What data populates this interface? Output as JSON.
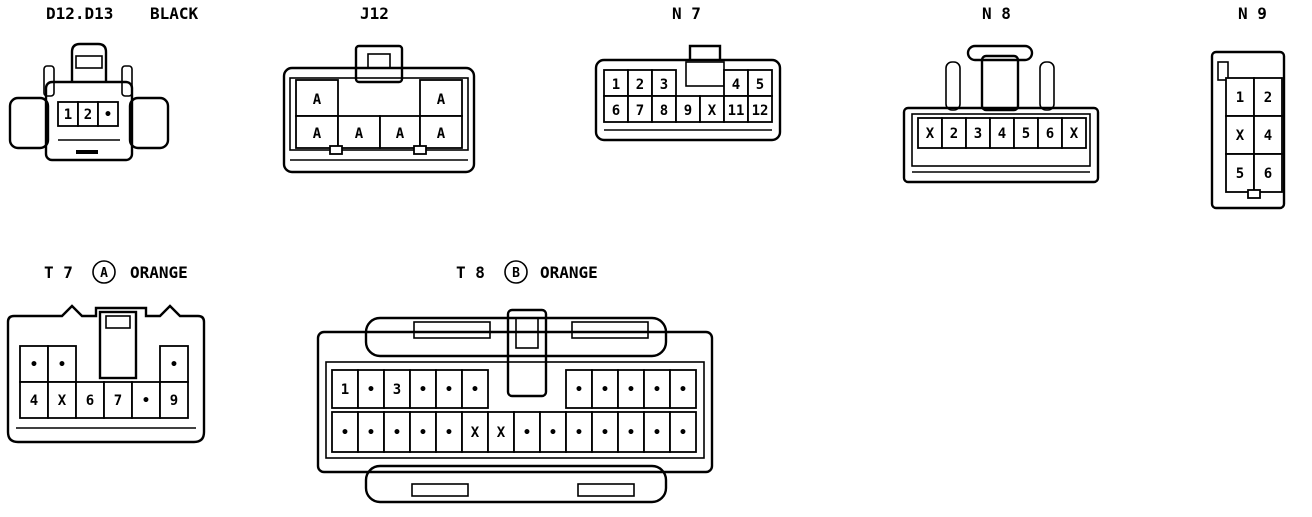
{
  "connectors": {
    "d12": {
      "title": "D12.D13",
      "color": "BLACK",
      "pins": [
        "1",
        "2",
        "•"
      ]
    },
    "j12": {
      "title": "J12",
      "pins": [
        "A",
        "A",
        "A",
        "A",
        "A",
        "A"
      ]
    },
    "n7": {
      "title": "N 7",
      "pins": [
        "1",
        "2",
        "3",
        "4",
        "5",
        "6",
        "7",
        "8",
        "9",
        "X",
        "11",
        "12"
      ]
    },
    "n8": {
      "title": "N 8",
      "pins": [
        "X",
        "2",
        "3",
        "4",
        "5",
        "6",
        "X"
      ]
    },
    "n9": {
      "title": "N 9",
      "pins": [
        "1",
        "2",
        "X",
        "4",
        "5",
        "6"
      ]
    },
    "t7": {
      "title": "T 7",
      "circle": "A",
      "color": "ORANGE",
      "pins": [
        "•",
        "•",
        "•",
        "4",
        "X",
        "6",
        "7",
        "•",
        "9"
      ]
    },
    "t8": {
      "title": "T 8",
      "circle": "B",
      "color": "ORANGE",
      "pins": [
        "1",
        "•",
        "3",
        "•",
        "•",
        "•",
        "•",
        "•",
        "•",
        "•",
        "•",
        "•",
        "•",
        "•",
        "•",
        "•",
        "X",
        "X",
        "•",
        "•",
        "•",
        "•",
        "•",
        "•",
        "•"
      ]
    }
  }
}
